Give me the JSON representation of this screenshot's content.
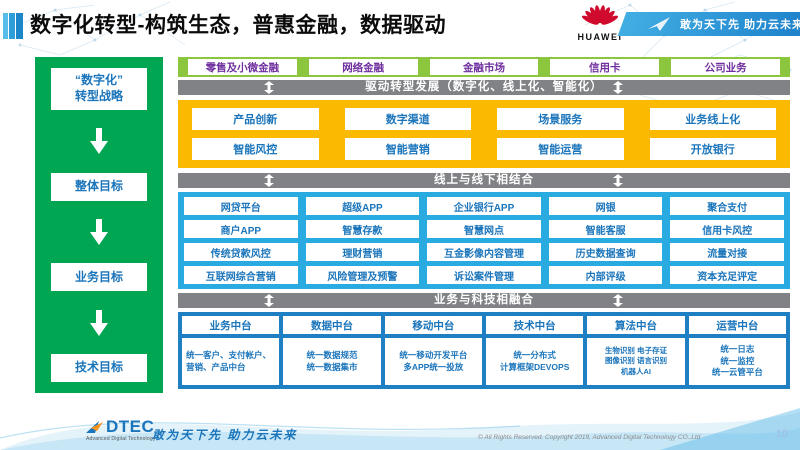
{
  "header": {
    "title": "数字化转型-构筑生态，普惠金融，数据驱动",
    "brand": "HUAWEI",
    "slogan": "敢为天下先 助力云未来"
  },
  "sidebar": {
    "items": [
      "“数字化”\n转型战略",
      "整体目标",
      "业务目标",
      "技术目标"
    ]
  },
  "main": {
    "business_row": [
      "零售及小微金融",
      "网络金融",
      "金融市场",
      "信用卡",
      "公司业务"
    ],
    "banner_drive": "驱动转型发展（数字化、线上化、智能化）",
    "capability_rows": [
      [
        "产品创新",
        "数字渠道",
        "场景服务",
        "业务线上化"
      ],
      [
        "智能风控",
        "智能营销",
        "智能运营",
        "开放银行"
      ]
    ],
    "banner_online_offline": "线上与线下相结合",
    "app_rows": [
      [
        "网贷平台",
        "超级APP",
        "企业银行APP",
        "网银",
        "聚合支付"
      ],
      [
        "商户APP",
        "智慧存款",
        "智慧网点",
        "智能客服",
        "信用卡风控"
      ],
      [
        "传统贷款风控",
        "理财营销",
        "互金影像内容管理",
        "历史数据查询",
        "流量对接"
      ],
      [
        "互联网综合营销",
        "风险管理及预警",
        "诉讼案件管理",
        "内部评级",
        "资本充足评定"
      ]
    ],
    "banner_tech": "业务与科技相融合",
    "platforms": [
      {
        "name": "业务中台",
        "detail": "统一客户、支付帐户、营销、产品中台"
      },
      {
        "name": "数据中台",
        "detail": "统一数据规范\n统一数据集市"
      },
      {
        "name": "移动中台",
        "detail": "统一移动开发平台\n多APP统一投放"
      },
      {
        "name": "技术中台",
        "detail": "统一分布式\n计算框架DEVOPS"
      },
      {
        "name": "算法中台",
        "detail": "生物识别 电子存证\n图像识别 语言识别\n机器人AI"
      },
      {
        "name": "运营中台",
        "detail": "统一日志\n统一监控\n统一云管平台"
      }
    ]
  },
  "footer": {
    "logo": "DTEC",
    "logo_sub": "Advanced Digital Technology",
    "slogan": "敢为天下先   助力云未来",
    "copyright": "© All Rights Reserved. Copyright 2019, Advanced Digital Technology CO.,Ltd",
    "page": "10"
  },
  "colors": {
    "sidebar_green": "#00A651",
    "row_green": "#8CC63F",
    "yellow": "#FBBA00",
    "banner_gray": "#808285",
    "section_blue": "#29ABE2",
    "platform_blue": "#1E7FC2",
    "text_blue": "#1B75BB",
    "text_purple": "#7030A0",
    "huawei_red": "#CF0A2C"
  }
}
